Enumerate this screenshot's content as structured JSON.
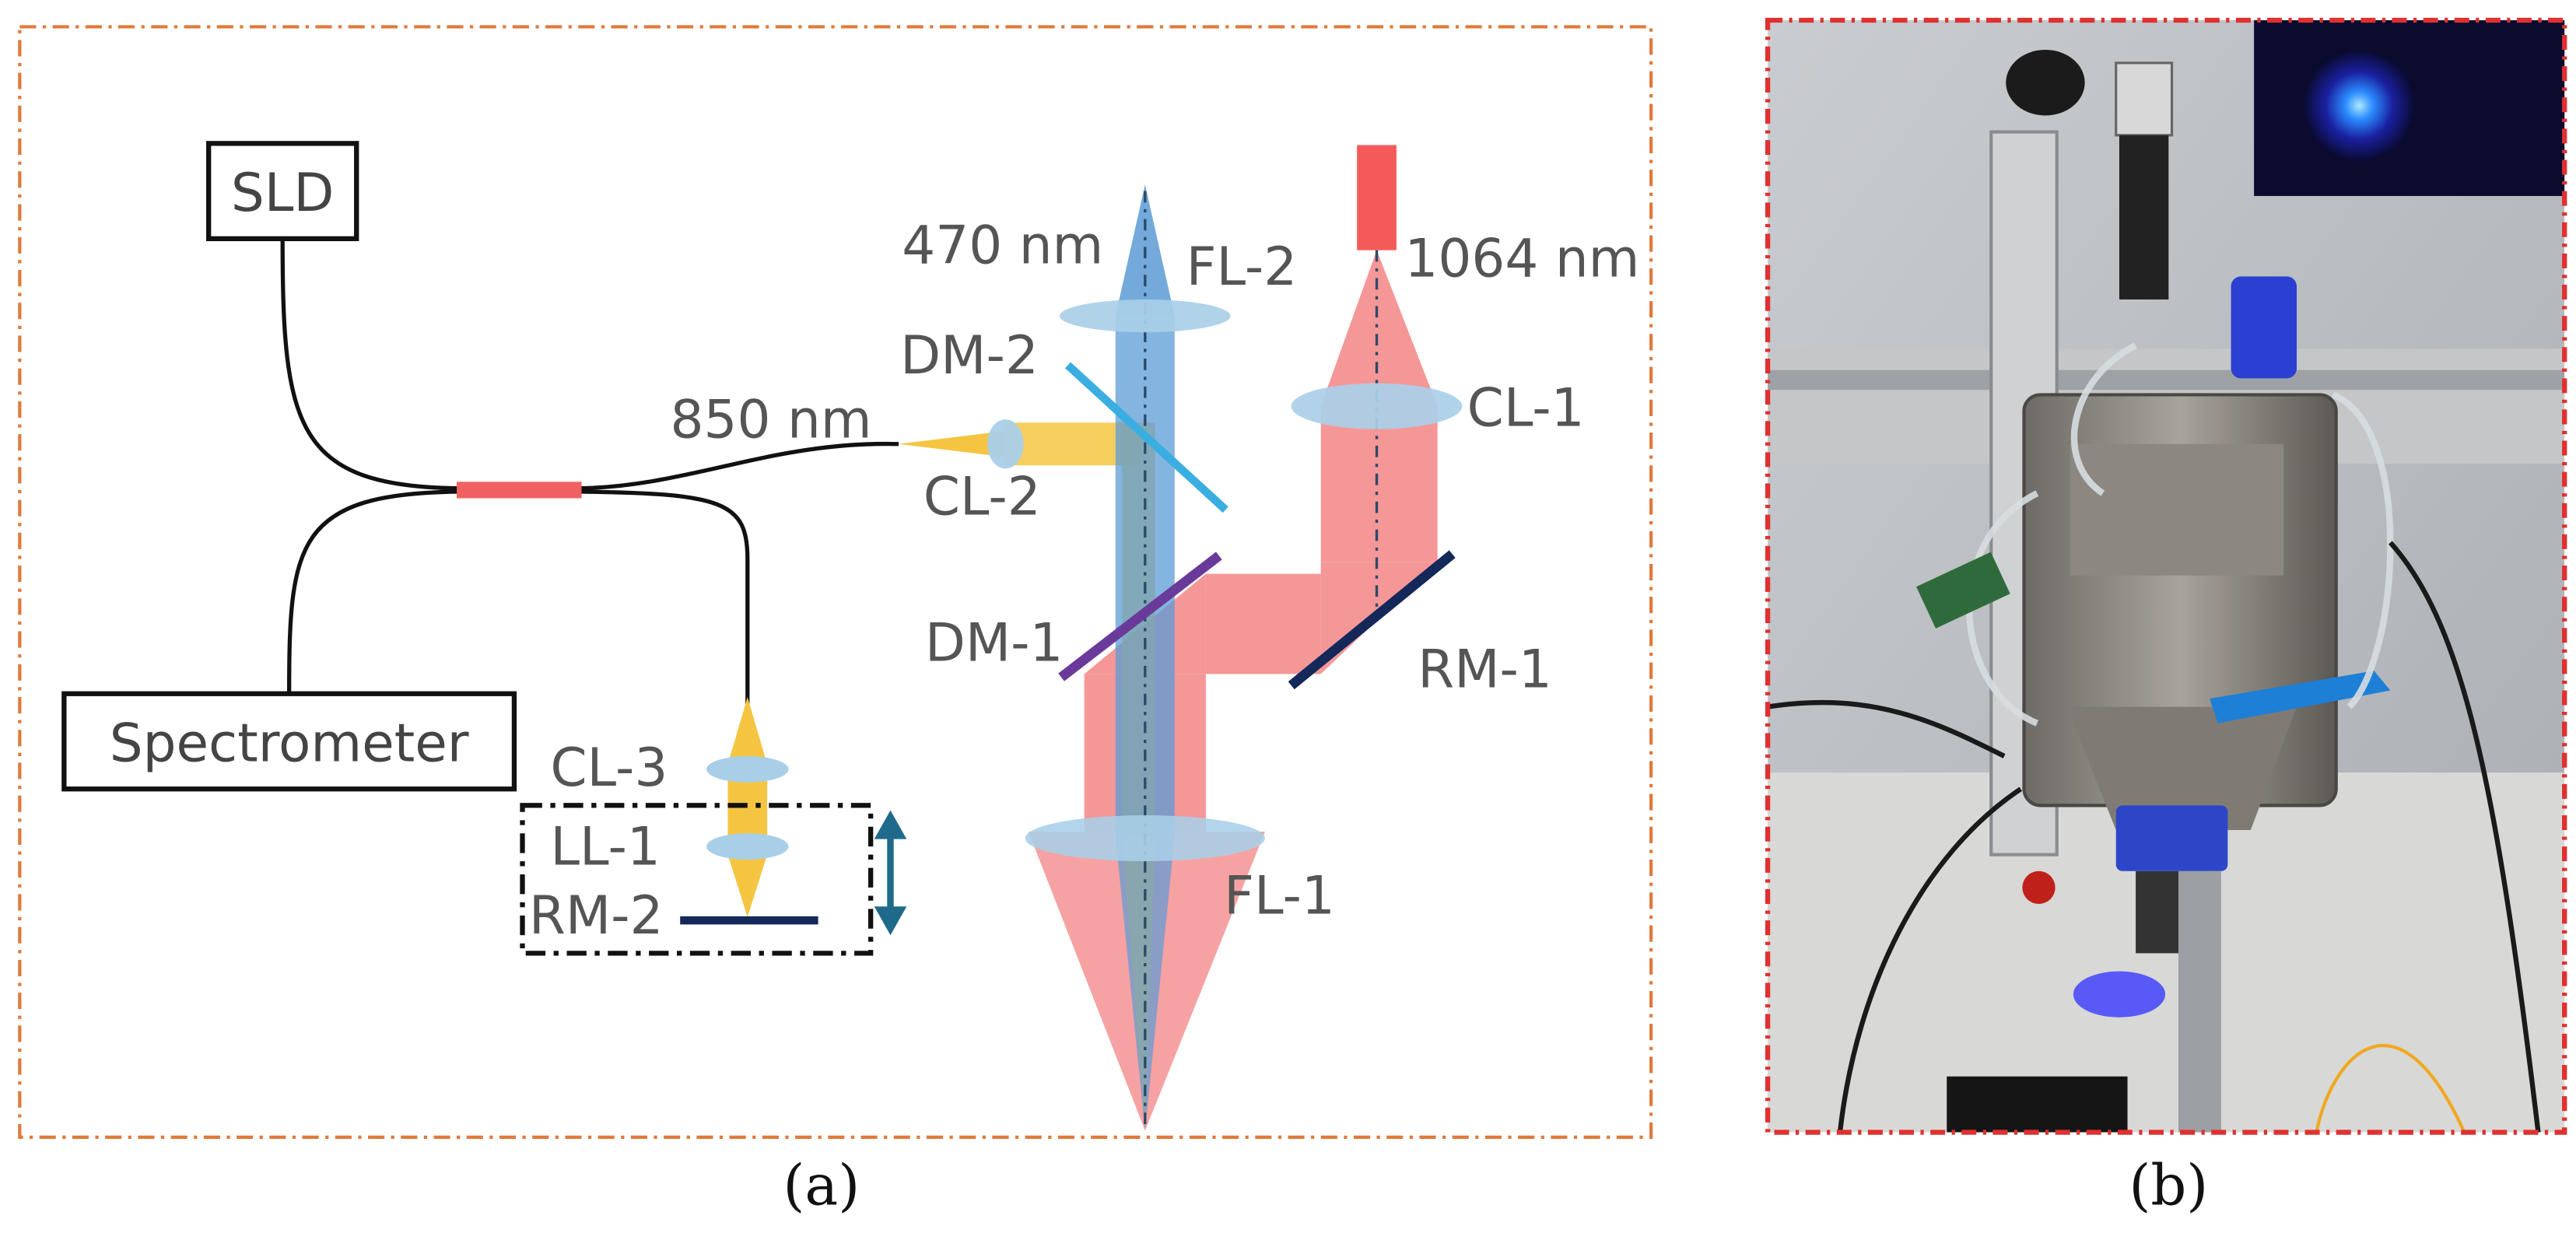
{
  "panel_a": {
    "caption": "(a)",
    "boxes": {
      "sld": "SLD",
      "spectrometer": "Spectrometer"
    },
    "wavelengths": {
      "blue": "470 nm",
      "nir": "850 nm",
      "laser": "1064 nm"
    },
    "components": {
      "fl2": "FL-2",
      "dm2": "DM-2",
      "cl2": "CL-2",
      "dm1": "DM-1",
      "cl1": "CL-1",
      "rm1": "RM-1",
      "fl1": "FL-1",
      "cl3": "CL-3",
      "ll1": "LL-1",
      "rm2": "RM-2"
    }
  },
  "panel_b": {
    "caption": "(b)"
  },
  "colors": {
    "frame_a": "#e07a3a",
    "frame_b": "#e03030",
    "laser_beam": "#f47a7a",
    "blue_beam": "#5b9bd5",
    "nir_beam": "#f5c542",
    "lens": "#a9cfe8",
    "mirror_dark": "#14285a",
    "dm1": "#6a3a9a",
    "dm2": "#3aaee0",
    "coupler": "#f06060",
    "arrow": "#1f6a8a"
  }
}
